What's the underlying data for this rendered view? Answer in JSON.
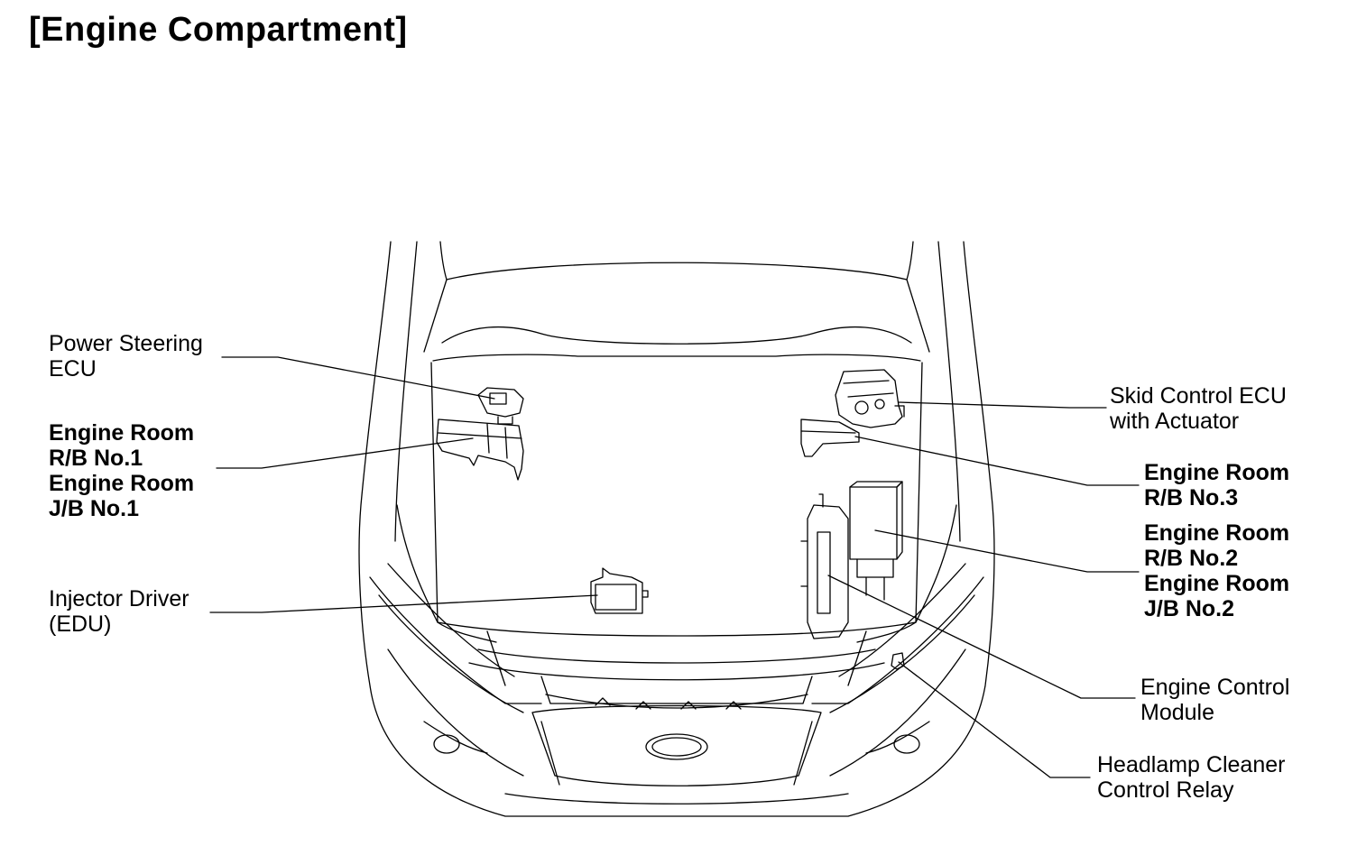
{
  "title": "[Engine Compartment]",
  "labels": {
    "power_steering_ecu": [
      "Power Steering",
      "ECU"
    ],
    "engine_room_rb_no1": [
      "Engine Room",
      "R/B No.1",
      "Engine Room",
      "J/B No.1"
    ],
    "injector_driver": [
      "Injector Driver",
      "(EDU)"
    ],
    "skid_control_ecu": [
      "Skid Control ECU",
      "with Actuator"
    ],
    "engine_room_rb_no3": [
      "Engine Room",
      "R/B No.3"
    ],
    "engine_room_rb_no2": [
      "Engine Room",
      "R/B No.2",
      "Engine Room",
      "J/B No.2"
    ],
    "engine_control_module": [
      "Engine Control",
      "Module"
    ],
    "headlamp_cleaner_relay": [
      "Headlamp Cleaner",
      "Control Relay"
    ]
  },
  "colors": {
    "line": "#000000",
    "background": "#ffffff"
  }
}
